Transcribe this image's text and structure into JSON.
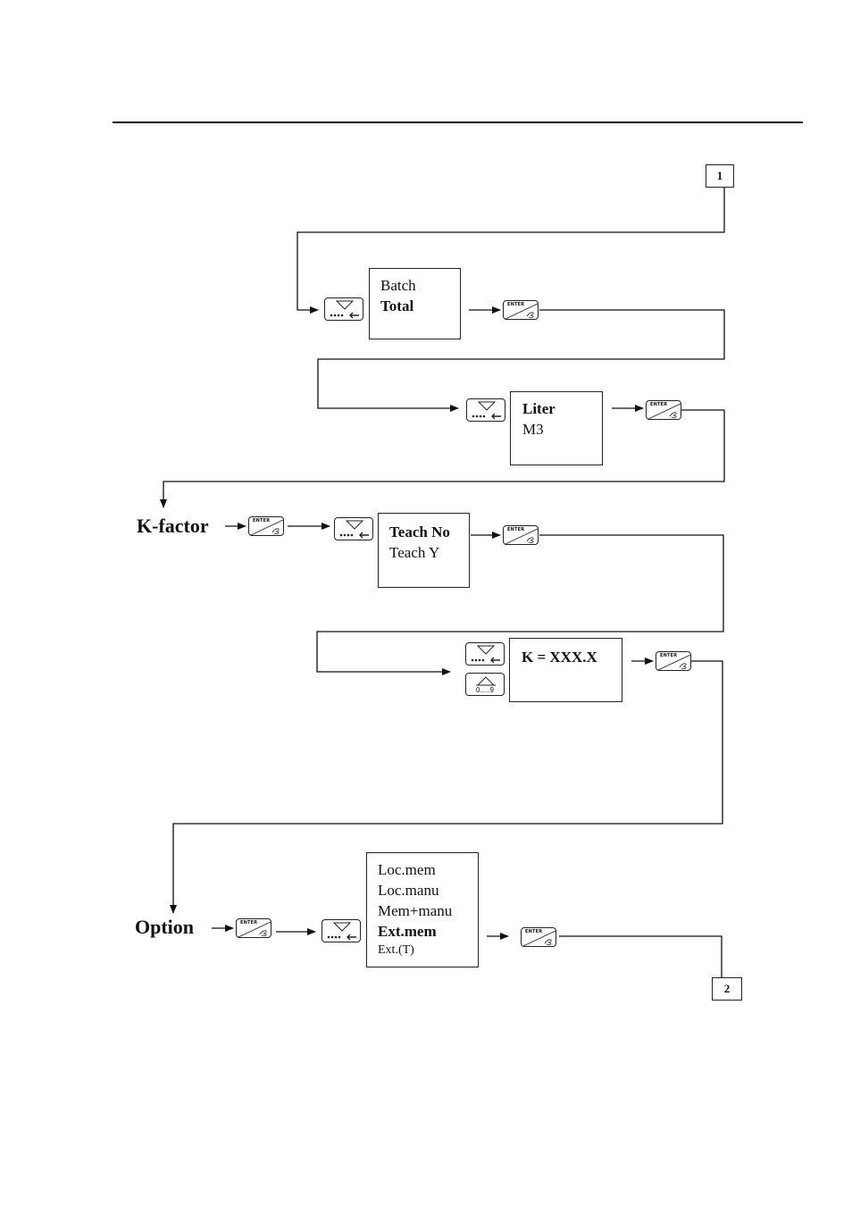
{
  "markers": {
    "start": "1",
    "end": "2"
  },
  "labels": {
    "kfactor": "K-factor",
    "option": "Option"
  },
  "keys": {
    "enter": "ENTER",
    "digits": "0.....9"
  },
  "boxes": {
    "batch_total": [
      "Batch",
      "Total"
    ],
    "liter_m3": [
      "Liter",
      "M3"
    ],
    "teach": [
      "Teach No",
      "Teach Y"
    ],
    "kvalue": [
      "K = XXX.X"
    ],
    "options": [
      "Loc.mem",
      "Loc.manu",
      "Mem+manu",
      "Ext.mem",
      "Ext.(T)"
    ]
  }
}
